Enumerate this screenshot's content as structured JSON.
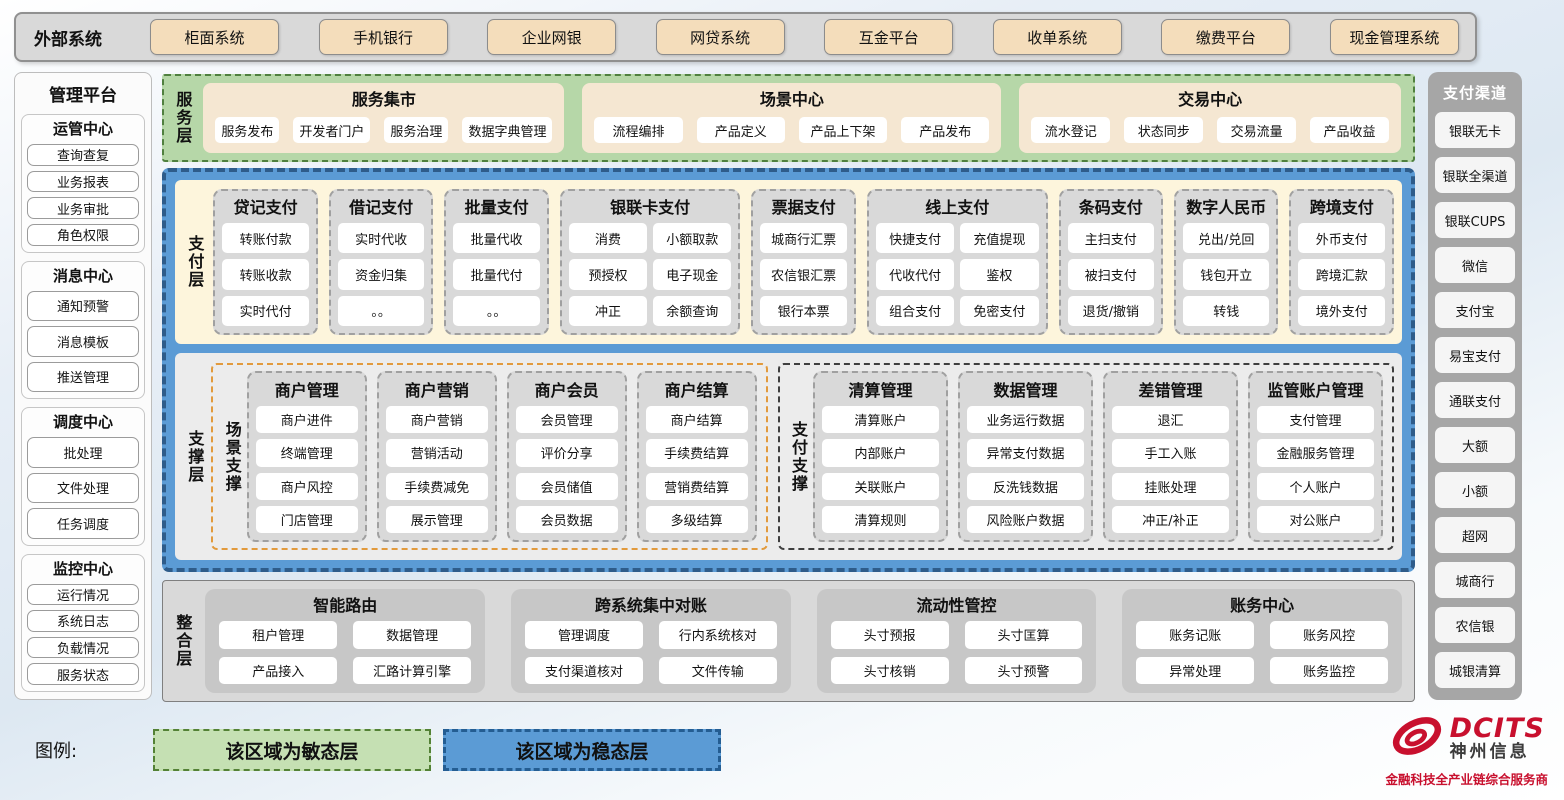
{
  "external_systems": {
    "label": "外部系统",
    "items": [
      "柜面系统",
      "手机银行",
      "企业网银",
      "网贷系统",
      "互金平台",
      "收单系统",
      "缴费平台",
      "现金管理系统"
    ]
  },
  "management_platform": {
    "title": "管理平台",
    "groups": [
      {
        "title": "运管中心",
        "items": [
          "查询查复",
          "业务报表",
          "业务审批",
          "角色权限"
        ]
      },
      {
        "title": "消息中心",
        "items": [
          "通知预警",
          "消息模板",
          "推送管理"
        ]
      },
      {
        "title": "调度中心",
        "items": [
          "批处理",
          "文件处理",
          "任务调度"
        ]
      },
      {
        "title": "监控中心",
        "items": [
          "运行情况",
          "系统日志",
          "负载情况",
          "服务状态"
        ]
      }
    ]
  },
  "service_layer": {
    "label": "服务层",
    "groups": [
      {
        "title": "服务集市",
        "items": [
          "服务发布",
          "开发者门户",
          "服务治理",
          "数据字典管理"
        ]
      },
      {
        "title": "场景中心",
        "items": [
          "流程编排",
          "产品定义",
          "产品上下架",
          "产品发布"
        ]
      },
      {
        "title": "交易中心",
        "items": [
          "流水登记",
          "状态同步",
          "交易流量",
          "产品收益"
        ]
      }
    ]
  },
  "payment_layer": {
    "label": "支付层",
    "columns": [
      {
        "title": "贷记支付",
        "cols": 1,
        "items": [
          "转账付款",
          "转账收款",
          "实时代付"
        ]
      },
      {
        "title": "借记支付",
        "cols": 1,
        "items": [
          "实时代收",
          "资金归集",
          "。。"
        ]
      },
      {
        "title": "批量支付",
        "cols": 1,
        "items": [
          "批量代收",
          "批量代付",
          "。。"
        ]
      },
      {
        "title": "银联卡支付",
        "cols": 2,
        "items": [
          "消费",
          "小额取款",
          "预授权",
          "电子现金",
          "冲正",
          "余额查询"
        ]
      },
      {
        "title": "票据支付",
        "cols": 1,
        "items": [
          "城商行汇票",
          "农信银汇票",
          "银行本票"
        ]
      },
      {
        "title": "线上支付",
        "cols": 2,
        "items": [
          "快捷支付",
          "充值提现",
          "代收代付",
          "鉴权",
          "组合支付",
          "免密支付"
        ]
      },
      {
        "title": "条码支付",
        "cols": 1,
        "items": [
          "主扫支付",
          "被扫支付",
          "退货/撤销"
        ]
      },
      {
        "title": "数字人民币",
        "cols": 1,
        "items": [
          "兑出/兑回",
          "钱包开立",
          "转钱"
        ]
      },
      {
        "title": "跨境支付",
        "cols": 1,
        "items": [
          "外币支付",
          "跨境汇款",
          "境外支付"
        ]
      }
    ]
  },
  "support_layer": {
    "label": "支撑层",
    "sections": [
      {
        "label": "场景支撑",
        "columns": [
          {
            "title": "商户管理",
            "items": [
              "商户进件",
              "终端管理",
              "商户风控",
              "门店管理"
            ]
          },
          {
            "title": "商户营销",
            "items": [
              "商户营销",
              "营销活动",
              "手续费减免",
              "展示管理"
            ]
          },
          {
            "title": "商户会员",
            "items": [
              "会员管理",
              "评价分享",
              "会员储值",
              "会员数据"
            ]
          },
          {
            "title": "商户结算",
            "items": [
              "商户结算",
              "手续费结算",
              "营销费结算",
              "多级结算"
            ]
          }
        ]
      },
      {
        "label": "支付支撑",
        "columns": [
          {
            "title": "清算管理",
            "items": [
              "清算账户",
              "内部账户",
              "关联账户",
              "清算规则"
            ]
          },
          {
            "title": "数据管理",
            "items": [
              "业务运行数据",
              "异常支付数据",
              "反洗钱数据",
              "风险账户数据"
            ]
          },
          {
            "title": "差错管理",
            "items": [
              "退汇",
              "手工入账",
              "挂账处理",
              "冲正/补正"
            ]
          },
          {
            "title": "监管账户管理",
            "items": [
              "支付管理",
              "金融服务管理",
              "个人账户",
              "对公账户"
            ]
          }
        ]
      }
    ]
  },
  "integration_layer": {
    "label": "整合层",
    "groups": [
      {
        "title": "智能路由",
        "items": [
          "租户管理",
          "数据管理",
          "产品接入",
          "汇路计算引擎"
        ]
      },
      {
        "title": "跨系统集中对账",
        "items": [
          "管理调度",
          "行内系统核对",
          "支付渠道核对",
          "文件传输"
        ]
      },
      {
        "title": "流动性管控",
        "items": [
          "头寸预报",
          "头寸匡算",
          "头寸核销",
          "头寸预警"
        ]
      },
      {
        "title": "账务中心",
        "items": [
          "账务记账",
          "账务风控",
          "异常处理",
          "账务监控"
        ]
      }
    ]
  },
  "payment_channels": {
    "title": "支付渠道",
    "items": [
      "银联无卡",
      "银联全渠道",
      "银联CUPS",
      "微信",
      "支付宝",
      "易宝支付",
      "通联支付",
      "大额",
      "小额",
      "超网",
      "城商行",
      "农信银",
      "城银清算"
    ]
  },
  "legend": {
    "label": "图例:",
    "items": [
      {
        "text": "该区域为敏态层",
        "color": "#c5e0b3",
        "border": "#538135"
      },
      {
        "text": "该区域为稳态层",
        "color": "#5b9bd5",
        "border": "#245d92"
      }
    ]
  },
  "logo": {
    "brand": "DCITS",
    "name": "神州信息",
    "tagline": "金融科技全产业链综合服务商",
    "color": "#c8102e"
  },
  "colors": {
    "agile_green": "#b6d7a8",
    "stable_blue": "#5b9bd5",
    "payment_cream": "#fdf5dc",
    "scene_orange": "#e29a3c",
    "panel_gray": "#d9d9d9",
    "button_beige": "#f4ddbb",
    "brand_red": "#c8102e"
  }
}
